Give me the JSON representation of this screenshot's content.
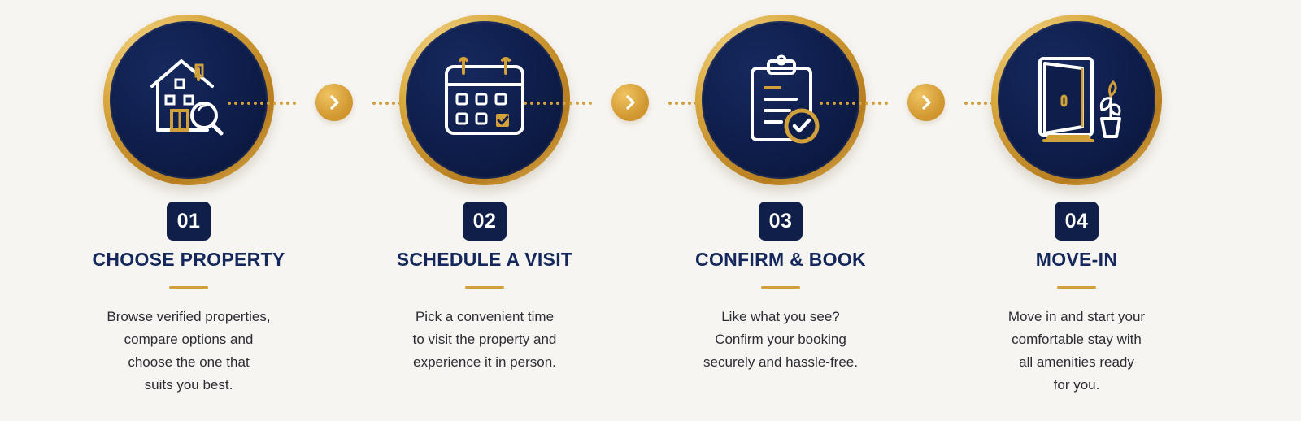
{
  "colors": {
    "background": "#f7f5f1",
    "navy": "#0f1f4a",
    "gold": "#d2a03a",
    "text": "#2c2c34"
  },
  "steps": [
    {
      "number": "01",
      "title": "CHOOSE PROPERTY",
      "description": "Browse verified properties,\ncompare options and\nchoose the one that\nsuits you best.",
      "icon": "house-search-icon"
    },
    {
      "number": "02",
      "title": "SCHEDULE A VISIT",
      "description": "Pick a convenient time\nto visit the property and\nexperience it in person.",
      "icon": "calendar-icon"
    },
    {
      "number": "03",
      "title": "CONFIRM & BOOK",
      "description": "Like what you see?\nConfirm your booking\nsecurely and hassle-free.",
      "icon": "clipboard-check-icon"
    },
    {
      "number": "04",
      "title": "MOVE-IN",
      "description": "Move in and start your\ncomfortable stay with\nall amenities ready\nfor you.",
      "icon": "door-plant-icon"
    }
  ],
  "connectors": [
    {
      "icon": "chevron-right-icon"
    },
    {
      "icon": "chevron-right-icon"
    },
    {
      "icon": "chevron-right-icon"
    }
  ]
}
